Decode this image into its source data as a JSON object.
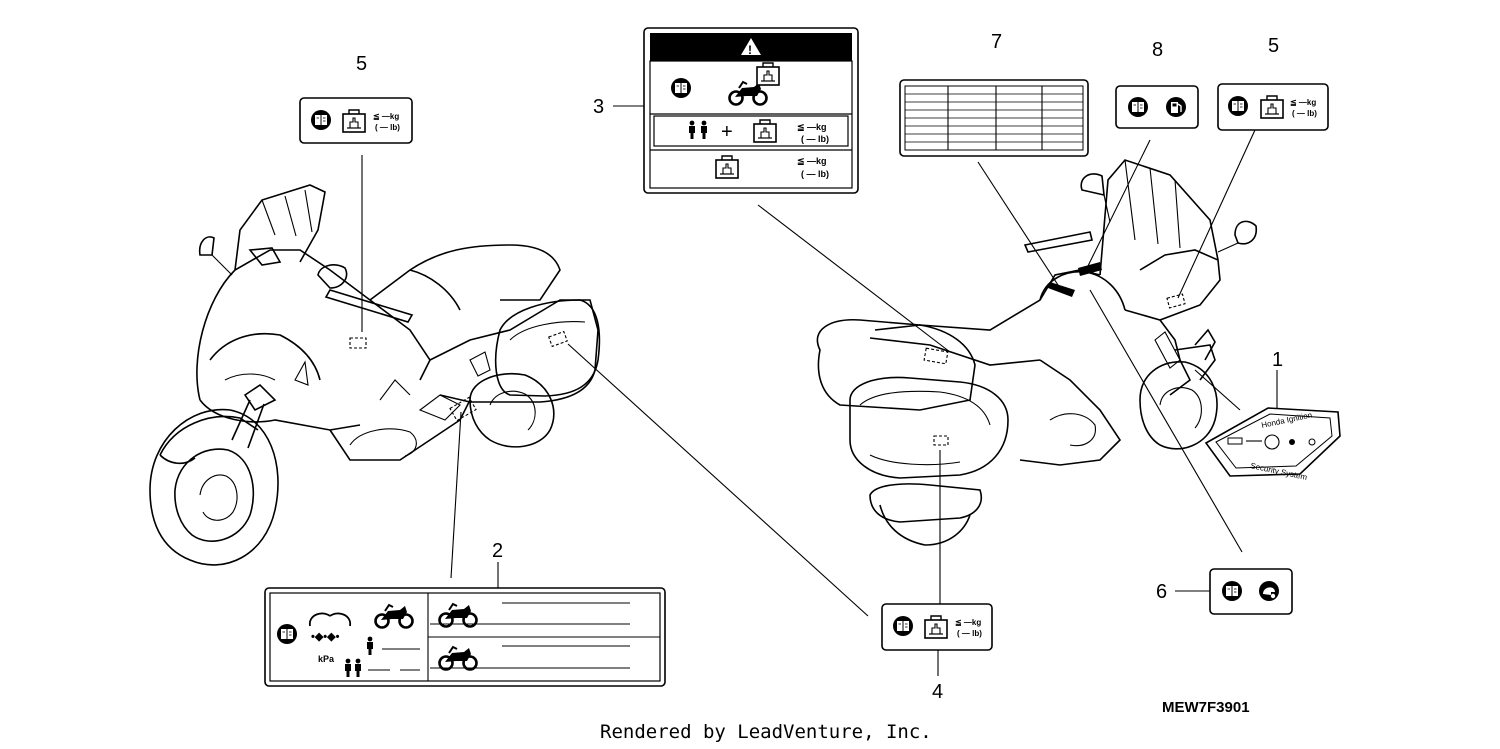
{
  "callouts": [
    {
      "id": "c5a",
      "number": "5"
    },
    {
      "id": "c3",
      "number": "3"
    },
    {
      "id": "c7",
      "number": "7"
    },
    {
      "id": "c8",
      "number": "8"
    },
    {
      "id": "c5b",
      "number": "5"
    },
    {
      "id": "c1",
      "number": "1"
    },
    {
      "id": "c2",
      "number": "2"
    },
    {
      "id": "c4",
      "number": "4"
    },
    {
      "id": "c6",
      "number": "6"
    }
  ],
  "load_text": {
    "kg": "≦ —kg",
    "lb": "( — lb)"
  },
  "tire_unit": "kPa",
  "oval_text": {
    "top": "Honda Ignition",
    "bottom": "Security System"
  },
  "diagram_code": "MEW7F3901",
  "footer": "Rendered by LeadVenture, Inc.",
  "icons": [
    "manual-icon",
    "load-case-icon",
    "warning-icon",
    "motorcycle-icon",
    "rider-icon",
    "tire-icon",
    "fuel-icon",
    "helmet-icon"
  ]
}
